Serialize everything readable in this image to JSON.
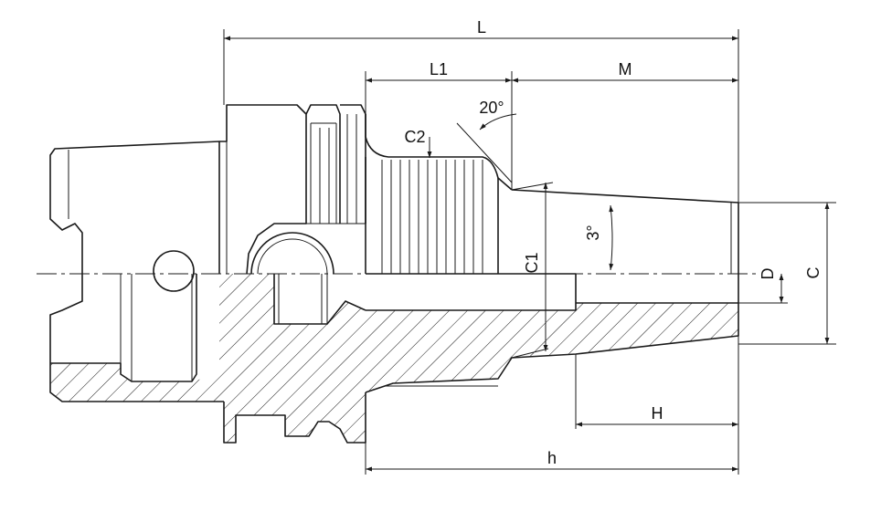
{
  "labels": {
    "L": "L",
    "L1": "L1",
    "M": "M",
    "C2": "C2",
    "angle20": "20°",
    "angle3": "3°",
    "C1": "C1",
    "D": "D",
    "C": "C",
    "H": "H",
    "h": "h"
  }
}
